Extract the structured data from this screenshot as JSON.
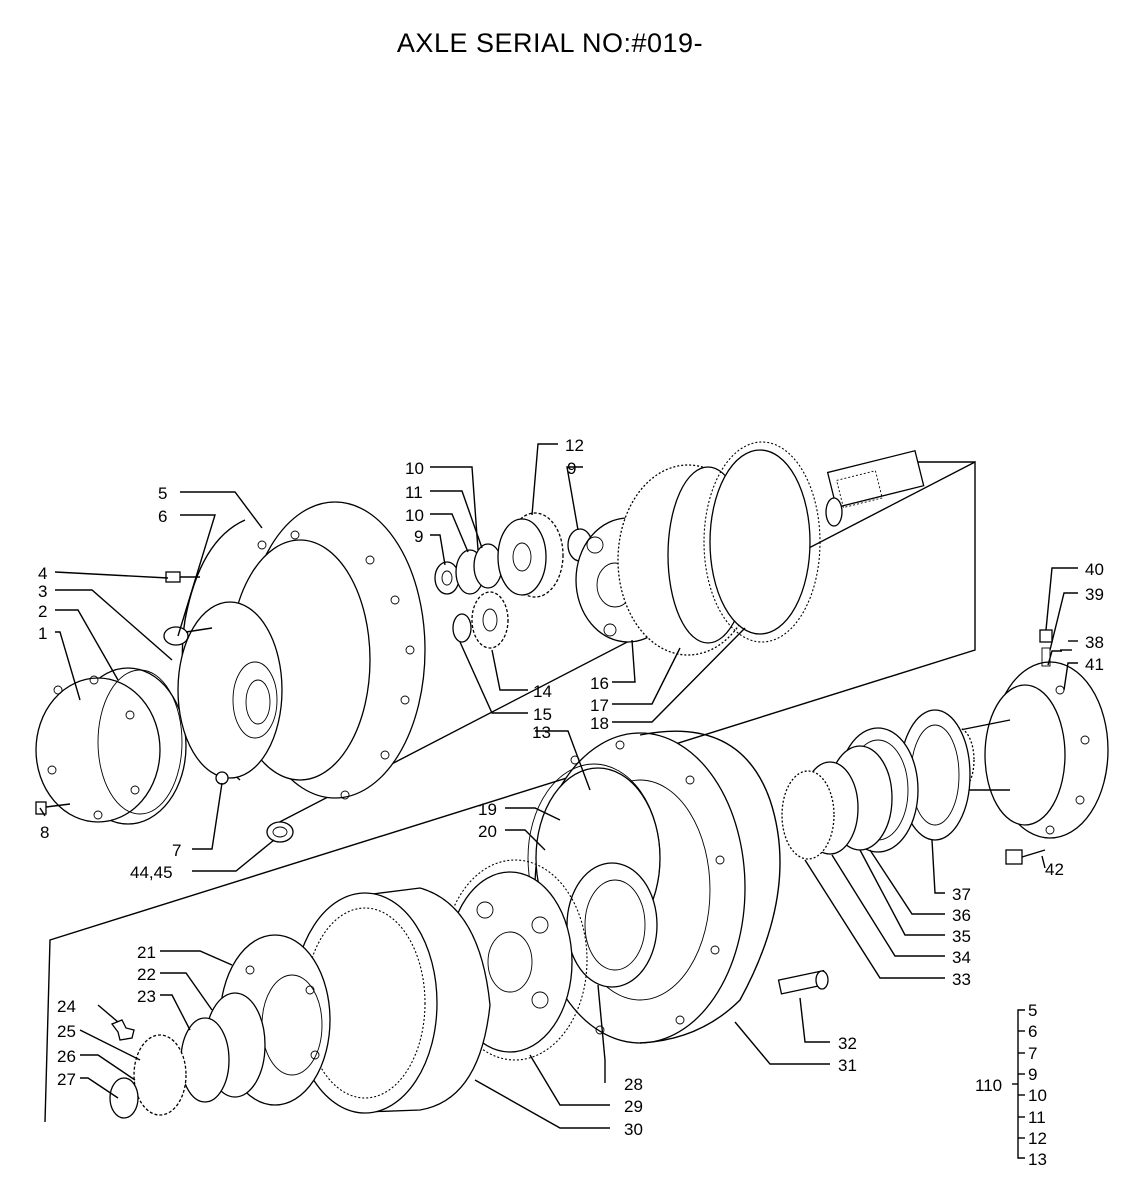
{
  "title": "AXLE SERIAL NO:#019-",
  "callouts": {
    "c1": "1",
    "c2": "2",
    "c3": "3",
    "c4": "4",
    "c5": "5",
    "c6": "6",
    "c7": "7",
    "c8": "8",
    "c9a": "9",
    "c9b": "9",
    "c10a": "10",
    "c10b": "10",
    "c11": "11",
    "c12": "12",
    "c13": "13",
    "c14": "14",
    "c15": "15",
    "c16": "16",
    "c17": "17",
    "c18": "18",
    "c19": "19",
    "c20": "20",
    "c21": "21",
    "c22": "22",
    "c23": "23",
    "c24": "24",
    "c25": "25",
    "c26": "26",
    "c27": "27",
    "c28": "28",
    "c29": "29",
    "c30": "30",
    "c31": "31",
    "c32": "32",
    "c33": "33",
    "c34": "34",
    "c35": "35",
    "c36": "36",
    "c37": "37",
    "c38": "38",
    "c39": "39",
    "c40": "40",
    "c41": "41",
    "c42": "42",
    "c4445": "44,45"
  },
  "kit": {
    "label": "110",
    "items": [
      "5",
      "6",
      "7",
      "9",
      "10",
      "11",
      "12",
      "13"
    ]
  }
}
